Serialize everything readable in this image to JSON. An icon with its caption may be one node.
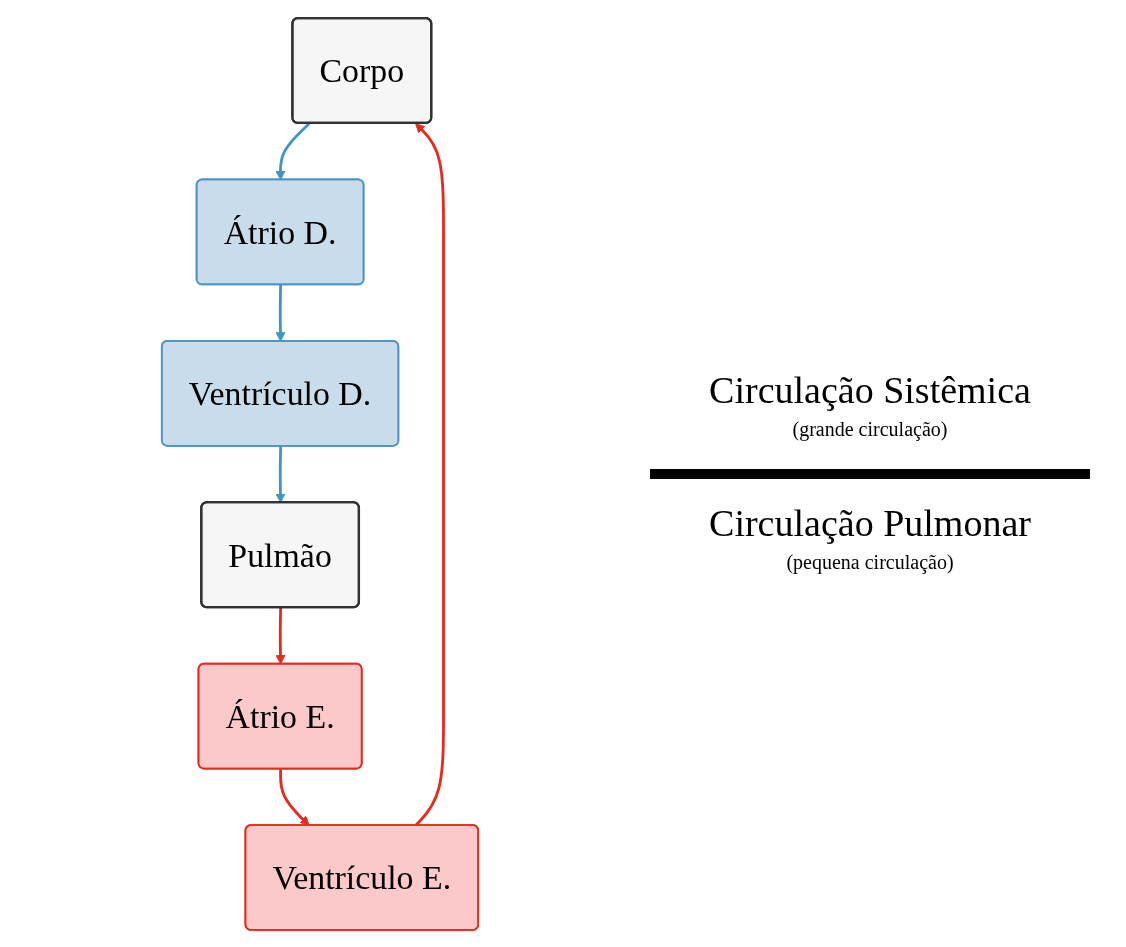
{
  "diagram": {
    "nodes": [
      {
        "text": [
          "Corpo"
        ]
      },
      {
        "text": [
          "Ventrículo E."
        ]
      },
      {
        "text": [
          "Átrio D."
        ]
      },
      {
        "text": [
          "Átrio E."
        ]
      },
      {
        "text": [
          "Ventrículo D."
        ]
      },
      {
        "text": [
          "Pulmão"
        ]
      }
    ],
    "edges": [
      {
        "from": 0,
        "to": 2,
        "arrow": "to",
        "color": "#3f96c4"
      },
      {
        "from": 2,
        "to": 4,
        "arrow": "to",
        "color": "#3f96c4"
      },
      {
        "from": 4,
        "to": 5,
        "arrow": "to",
        "color": "#3f96c4"
      },
      {
        "from": 5,
        "to": 3,
        "arrow": "to",
        "color": "#e8291c"
      },
      {
        "from": 3,
        "to": 1,
        "arrow": "to",
        "color": "#e8291c"
      },
      {
        "from": 1,
        "to": 0,
        "arrow": "to",
        "color": "#e8291c"
      }
    ],
    "labels": [
      "Circulação Sistêmica",
      "(grande circulação)",
      "Circulação Pulmonar",
      "(pequena circulação)"
    ]
  }
}
